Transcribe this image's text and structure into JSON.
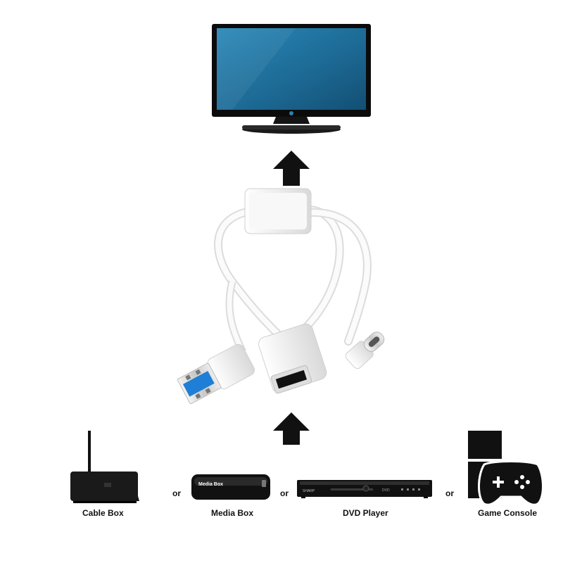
{
  "devices": [
    {
      "label": "Cable Box"
    },
    {
      "label": "Media Box"
    },
    {
      "label": "DVD Player"
    },
    {
      "label": "Game Console"
    }
  ],
  "separator": "or",
  "media_box_text": "Media Box",
  "dvd_brand": "SHARP",
  "dvd_display": "DVD",
  "colors": {
    "screen": "#1f6f98",
    "usb_blue": "#1f7fd6",
    "cable": "#f2f2f2",
    "arrow": "#111111"
  },
  "icons": [
    "tv-icon",
    "arrow-up-icon",
    "usb-y-cable-icon",
    "cable-box-icon",
    "media-box-icon",
    "dvd-player-icon",
    "game-console-icon"
  ]
}
